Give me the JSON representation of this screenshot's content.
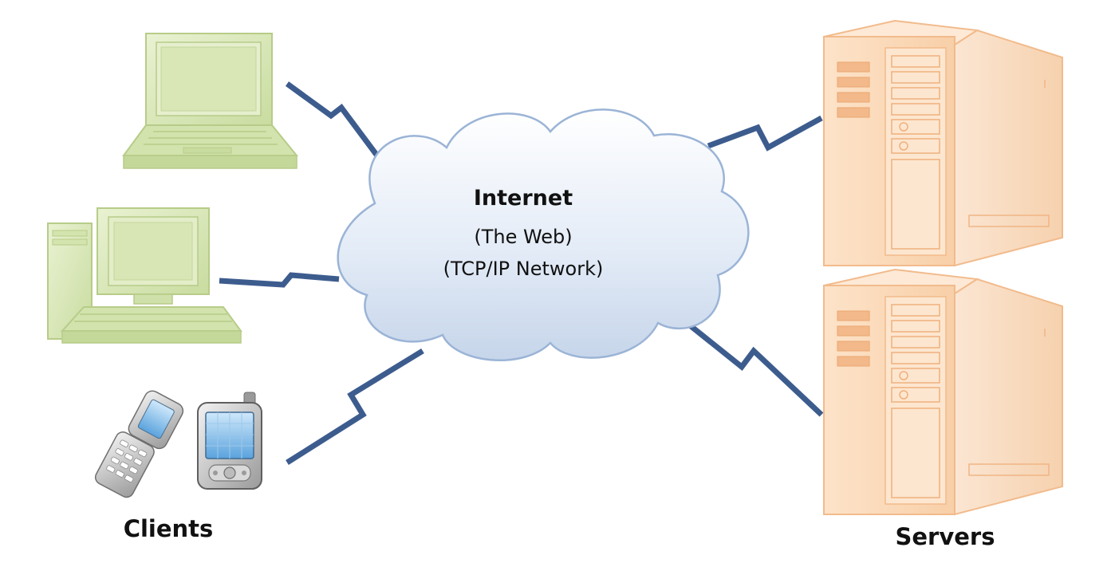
{
  "cloud": {
    "title": "Internet",
    "line1": "(The Web)",
    "line2": "(TCP/IP Network)"
  },
  "labels": {
    "clients": "Clients",
    "servers": "Servers"
  },
  "colors": {
    "client_device": "#cfe0aa",
    "server": "#f9d6b6",
    "link": "#3d5c8e",
    "cloud_fill": "#dde7f4",
    "cloud_stroke": "#9bb4d6"
  },
  "icons": {
    "clients": [
      "laptop-icon",
      "desktop-computer-icon",
      "flip-phone-icon",
      "pda-phone-icon"
    ],
    "servers": [
      "server-tower-icon",
      "server-tower-icon"
    ],
    "center": "cloud-icon"
  }
}
